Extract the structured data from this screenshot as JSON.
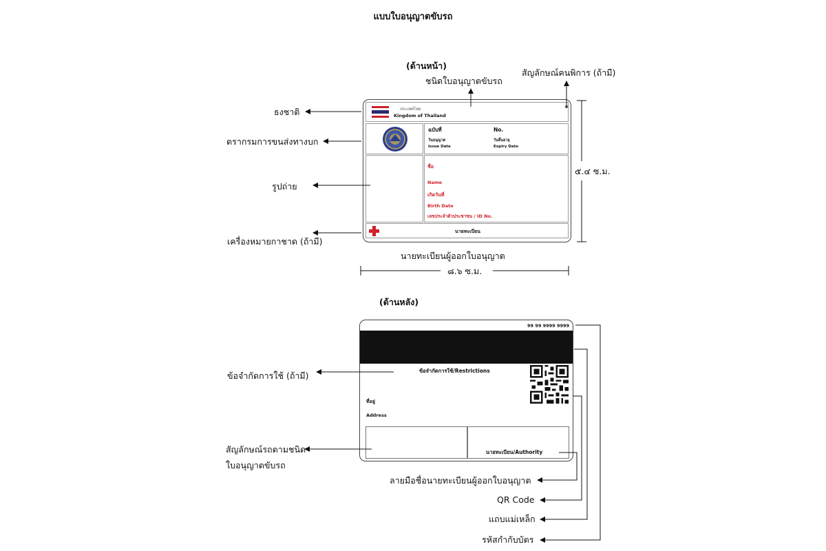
{
  "title": "แบบใบอนุญาตขับรถ",
  "front": {
    "heading": "(ด้านหน้า)",
    "country_th": "ประเทศไทย",
    "country_en": "Kingdom of Thailand",
    "edition_label": "ฉบับที่",
    "no_label": "No.",
    "issue_th": "วันอนุญาต",
    "issue_en": "Issue Date",
    "expiry_th": "วันสิ้นอายุ",
    "expiry_en": "Expiry Date",
    "name_th": "ชื่อ",
    "name_en": "Name",
    "birth_th": "เกิดวันที่",
    "birth_en": "Birth Date",
    "id_label": "เลขประจำตัวประชาชน / ID No.",
    "registrar": "นายทะเบียน"
  },
  "back": {
    "heading": "(ด้านหลัง)",
    "card_code": "99 99 9999 9999",
    "restrictions": "ข้อจำกัดการใช้/Restrictions",
    "address_th": "ที่อยู่",
    "address_en": "Address",
    "authority": "นายทะเบียน/Authority"
  },
  "annotations": {
    "flag": "ธงชาติ",
    "dlt_seal": "ตรากรมการขนส่งทางบก",
    "photo": "รูปถ่าย",
    "disability_mark": "เครื่องหมายกาชาด (ถ้ามี)",
    "license_type": "ชนิดใบอนุญาตขับรถ",
    "disabled_symbol": "สัญลักษณ์คนพิการ (ถ้ามี)",
    "height": "๕.๔ ซ.ม.",
    "issuer": "นายทะเบียนผู้ออกใบอนุญาต",
    "width": "๘.๖ ซ.ม.",
    "restrictions": "ข้อจำกัดการใช้ (ถ้ามี)",
    "vehicle_symbol_line1": "สัญลักษณ์รถตามชนิด",
    "vehicle_symbol_line2": "ใบอนุญาตขับรถ",
    "signature": "ลายมือชื่อนายทะเบียนผู้ออกใบอนุญาต",
    "qr": "QR Code",
    "magnetic": "แถบแม่เหล็ก",
    "card_code": "รหัสกำกับบัตร"
  },
  "colors": {
    "red": "#d0202a",
    "flag_blue": "#2d2a6e",
    "seal_blue": "#2c3f8f",
    "stripe": "#111111"
  }
}
